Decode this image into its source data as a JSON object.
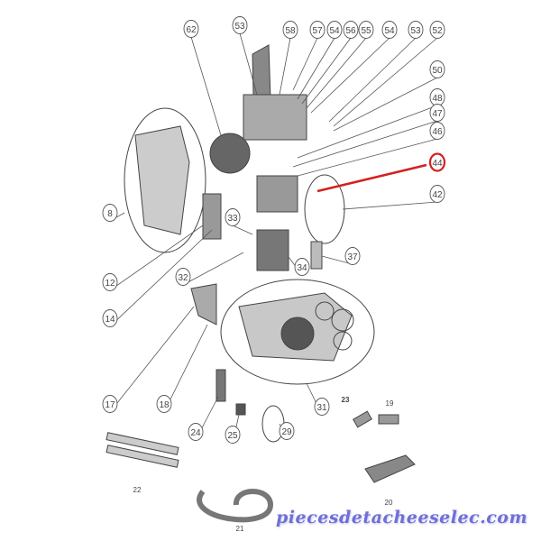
{
  "diagram": {
    "callouts": [
      {
        "id": "62"
      },
      {
        "id": "53"
      },
      {
        "id": "58"
      },
      {
        "id": "57"
      },
      {
        "id": "54"
      },
      {
        "id": "56"
      },
      {
        "id": "55"
      },
      {
        "id": "54"
      },
      {
        "id": "53"
      },
      {
        "id": "52"
      },
      {
        "id": "50"
      },
      {
        "id": "48"
      },
      {
        "id": "47"
      },
      {
        "id": "46"
      },
      {
        "id": "44",
        "highlight": true
      },
      {
        "id": "42"
      },
      {
        "id": "8"
      },
      {
        "id": "33"
      },
      {
        "id": "12"
      },
      {
        "id": "37"
      },
      {
        "id": "34"
      },
      {
        "id": "32"
      },
      {
        "id": "14"
      },
      {
        "id": "17"
      },
      {
        "id": "18"
      },
      {
        "id": "31"
      },
      {
        "id": "24"
      },
      {
        "id": "25"
      },
      {
        "id": "29"
      },
      {
        "id": "23",
        "plain": true
      },
      {
        "id": "19",
        "plain": true
      },
      {
        "id": "22",
        "plain": true
      },
      {
        "id": "20",
        "plain": true
      },
      {
        "id": "21",
        "plain": true
      }
    ],
    "highlight_color": "#d42020",
    "line_color": "#555555"
  },
  "watermark": "piecesdetacheeselec.com"
}
